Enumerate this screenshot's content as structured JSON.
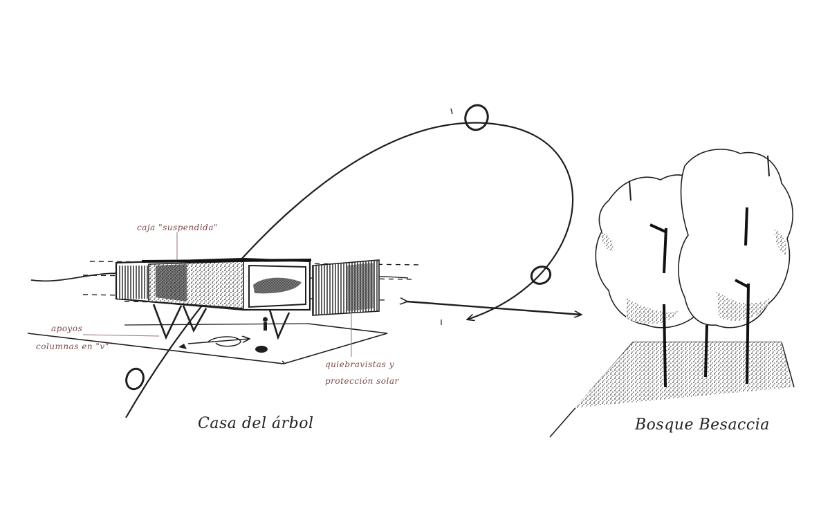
{
  "labels": {
    "suspended_box": "caja \"suspendida\"",
    "supports_line1": "apoyos",
    "supports_line2": "columnas en \"v\"",
    "sunscreen_line1": "quiebravistas y",
    "sunscreen_line2": "protección solar"
  },
  "captions": {
    "house": "Casa del árbol",
    "forest": "Bosque Besaccia"
  },
  "colors": {
    "ink": "#1e1e1e",
    "annotation": "#7a4a4a"
  }
}
